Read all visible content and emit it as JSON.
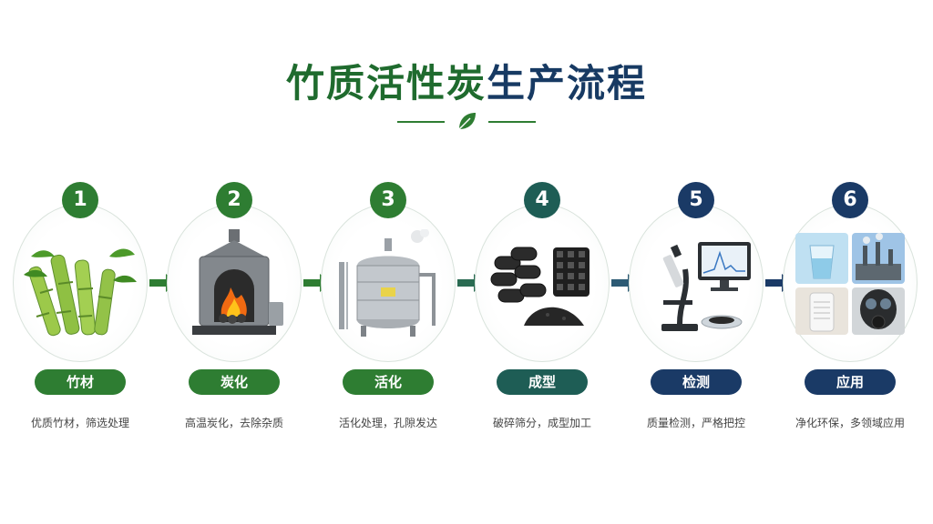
{
  "title": {
    "part1": "竹质活性炭",
    "part2": "生产流程"
  },
  "colors": {
    "green": "#2e7d32",
    "teal": "#1e5d55",
    "navy": "#1a3a66"
  },
  "steps": [
    {
      "number": "1",
      "label": "竹材",
      "desc": "优质竹材，筛选处理",
      "color": "#2e7d32",
      "icon": "bamboo-icon"
    },
    {
      "number": "2",
      "label": "炭化",
      "desc": "高温炭化，去除杂质",
      "color": "#2e7d32",
      "icon": "furnace-icon"
    },
    {
      "number": "3",
      "label": "活化",
      "desc": "活化处理，孔隙发达",
      "color": "#2e7d32",
      "icon": "activation-tank-icon"
    },
    {
      "number": "4",
      "label": "成型",
      "desc": "破碎筛分，成型加工",
      "color": "#1e5d55",
      "icon": "carbon-pellets-icon"
    },
    {
      "number": "5",
      "label": "检测",
      "desc": "质量检测，严格把控",
      "color": "#1a3a66",
      "icon": "microscope-icon"
    },
    {
      "number": "6",
      "label": "应用",
      "desc": "净化环保，多领域应用",
      "color": "#1a3a66",
      "icon": "applications-icon"
    }
  ]
}
